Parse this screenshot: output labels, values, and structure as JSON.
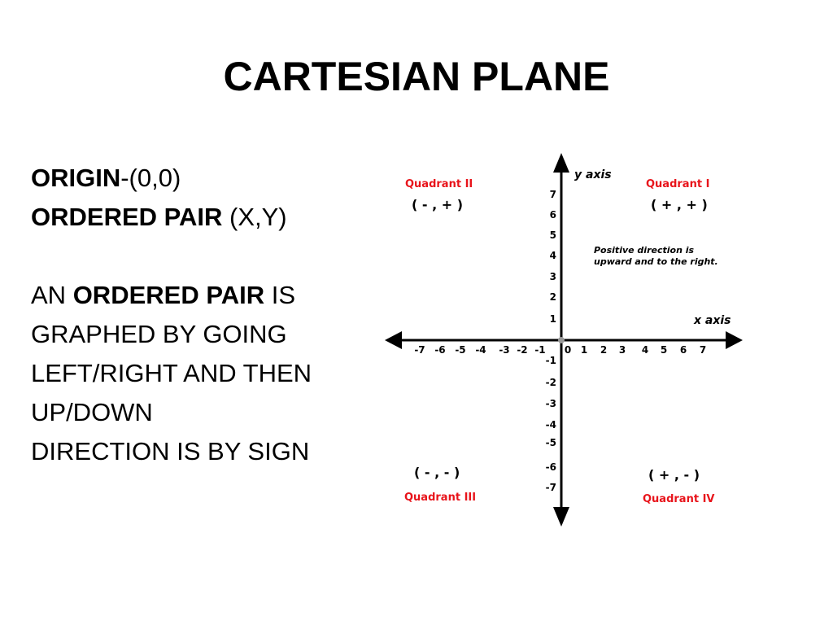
{
  "slide": {
    "title": "CARTESIAN PLANE",
    "origin_label": "ORIGIN",
    "origin_value": "-(0,0)",
    "ordered_pair_label": "ORDERED PAIR",
    "ordered_pair_value": " (X,Y)",
    "line1_prefix": "AN ",
    "line1_bold": "ORDERED PAIR",
    "line1_suffix": " IS",
    "line2": "GRAPHED BY GOING",
    "line3": "LEFT/RIGHT AND THEN",
    "line4": "UP/DOWN",
    "line5": "DIRECTION IS BY SIGN"
  },
  "diagram": {
    "quadrant_1_name": "Quadrant I",
    "quadrant_1_sign": "( + , + )",
    "quadrant_2_name": "Quadrant II",
    "quadrant_2_sign": "( - , + )",
    "quadrant_3_name": "Quadrant III",
    "quadrant_3_sign": "( - , - )",
    "quadrant_4_name": "Quadrant IV",
    "quadrant_4_sign": "( + , - )",
    "y_axis_label": "y axis",
    "x_axis_label": "x axis",
    "note_line1": "Positive direction is",
    "note_line2": "upward and to the right.",
    "origin_tick": "0",
    "x_ticks": [
      "-7",
      "-6",
      "-5",
      "-4",
      "-3",
      "-2",
      "-1",
      "1",
      "2",
      "3",
      "4",
      "5",
      "6",
      "7"
    ],
    "y_ticks": [
      "7",
      "6",
      "5",
      "4",
      "3",
      "2",
      "1",
      "-1",
      "-2",
      "-3",
      "-4",
      "-5",
      "-6",
      "-7"
    ],
    "colors": {
      "quadrant_name": "#e8141b",
      "axis": "#000000",
      "origin_dot": "#999999"
    }
  }
}
